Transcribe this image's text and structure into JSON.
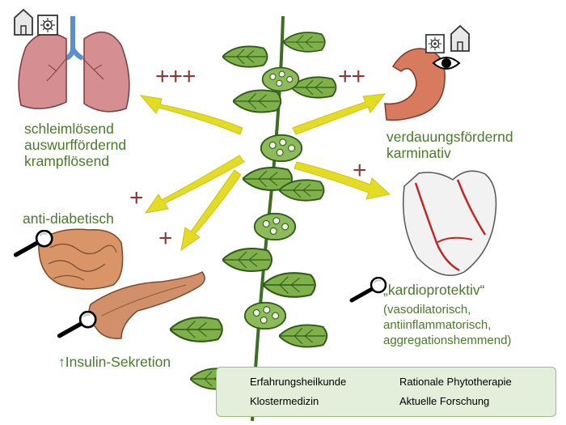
{
  "effects": {
    "lungs": {
      "lines": [
        "schleimlösend",
        "auswurffördernd",
        "krampflösend"
      ],
      "rating": "+++"
    },
    "stomach": {
      "lines": [
        "verdauungsfördernd",
        "karminativ"
      ],
      "rating": "++"
    },
    "heart": {
      "title": "„kardioprotektiv“",
      "details": [
        "(vasodilatorisch,",
        "antiinflammatorisch,",
        "aggregationshemmend)"
      ],
      "rating": "+"
    },
    "diabetes": {
      "label": "anti-diabetisch",
      "rating": "+"
    },
    "pancreas": {
      "label": "↑Insulin-Sekretion",
      "rating": "+"
    }
  },
  "legend": {
    "experience": "Erfahrungsheilkunde",
    "monastery": "Klostermedizin",
    "rational": "Rationale Phytotherapie",
    "research": "Aktuelle Forschung"
  },
  "colors": {
    "label_green": "#4a7a2a",
    "rating_red": "#8b3a3a",
    "arrow_yellow": "#e4dc22",
    "legend_bg": "#e3eedb"
  }
}
